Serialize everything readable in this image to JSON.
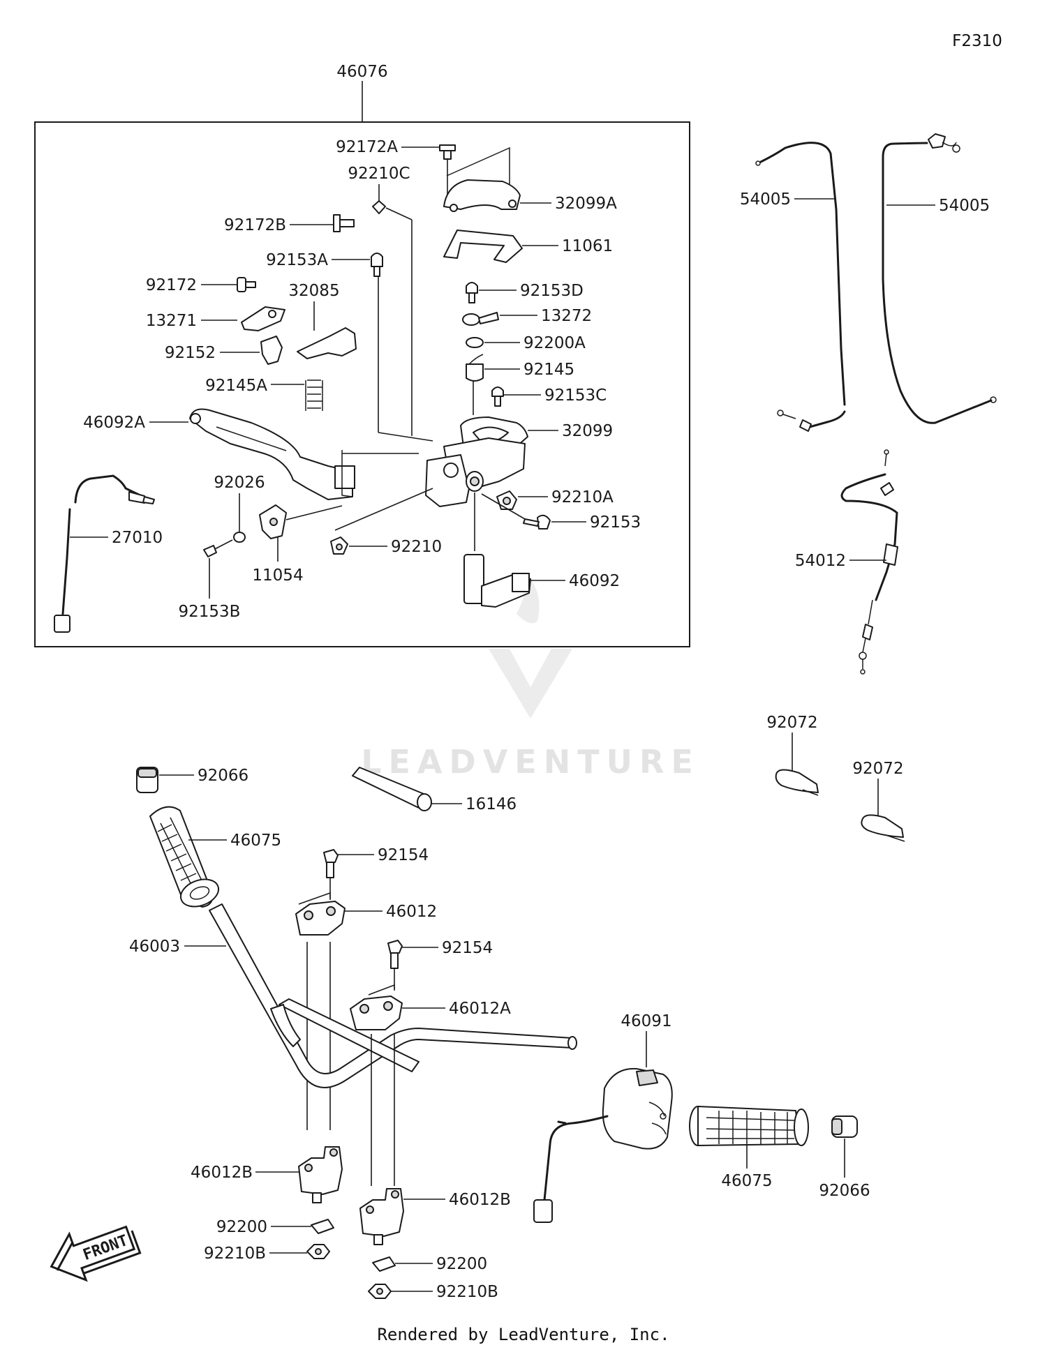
{
  "figure_code": "F2310",
  "footer": "Rendered by LeadVenture, Inc.",
  "watermark": "LEADVENTURE",
  "front_arrow": "FRONT",
  "group_label": "46076",
  "labels": {
    "l_92172A": "92172A",
    "l_32099A": "32099A",
    "l_92210C": "92210C",
    "l_92172B": "92172B",
    "l_11061": "11061",
    "l_92153A": "92153A",
    "l_92172": "92172",
    "l_32085": "32085",
    "l_92153D": "92153D",
    "l_13271": "13271",
    "l_13272": "13272",
    "l_92200A": "92200A",
    "l_92152": "92152",
    "l_92145": "92145",
    "l_92145A": "92145A",
    "l_92153C": "92153C",
    "l_46092A": "46092A",
    "l_32099": "32099",
    "l_92026": "92026",
    "l_92210A": "92210A",
    "l_27010": "27010",
    "l_92153": "92153",
    "l_92210": "92210",
    "l_11054": "11054",
    "l_46092": "46092",
    "l_92153B": "92153B",
    "l_54005a": "54005",
    "l_54005b": "54005",
    "l_54012": "54012",
    "l_92072a": "92072",
    "l_92072b": "92072",
    "l_92066a": "92066",
    "l_16146": "16146",
    "l_46075a": "46075",
    "l_92154a": "92154",
    "l_46012": "46012",
    "l_46003": "46003",
    "l_92154b": "92154",
    "l_46012A": "46012A",
    "l_46091": "46091",
    "l_46012Ba": "46012B",
    "l_46075b": "46075",
    "l_92066b": "92066",
    "l_92200a": "92200",
    "l_46012Bb": "46012B",
    "l_92210Ba": "92210B",
    "l_92200b": "92200",
    "l_92210Bb": "92210B"
  }
}
